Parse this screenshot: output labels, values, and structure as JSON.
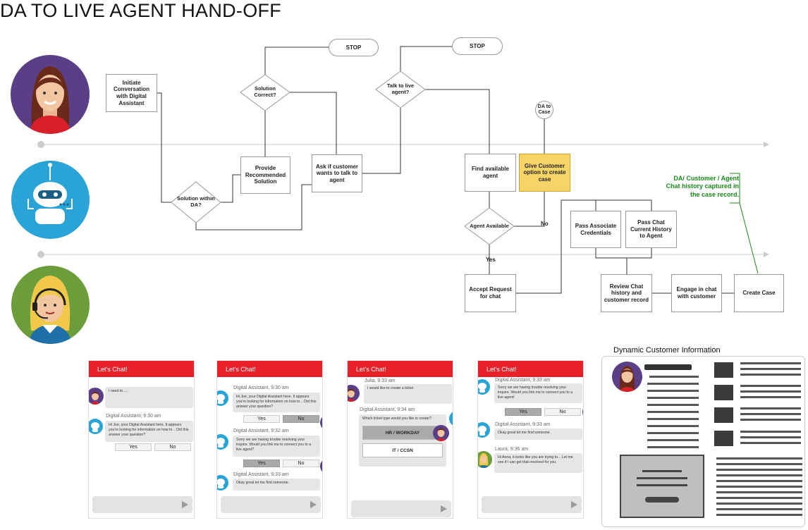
{
  "title": "DA TO LIVE AGENT HAND-OFF",
  "lanes": [
    {
      "name": "customer",
      "icon": "customer-avatar-icon"
    },
    {
      "name": "digital-assistant",
      "icon": "robot-avatar-icon"
    },
    {
      "name": "agent",
      "icon": "agent-avatar-icon"
    }
  ],
  "flow": {
    "initiate": "Initiate Conversation with Digital Assistant",
    "solution_within": "Solution within DA?",
    "provide_solution": "Provide Recommended Solution",
    "solution_correct": "Solution Correct?",
    "stop1": "STOP",
    "ask_customer": "Ask if customer wants to talk to agent",
    "talk_live": "Talk to live agent?",
    "stop2": "STOP",
    "find_agent": "Find available agent",
    "da_to_case": "DA to Case",
    "give_option": "Give Customer option to create case",
    "agent_available": "Agent Available",
    "no_label": "No",
    "yes_label": "Yes",
    "pass_credentials": "Pass Associate Credentials",
    "pass_history": "Pass Chat Current History to Agent",
    "accept_request": "Accept Request for chat",
    "review_history": "Review Chat history and customer record",
    "engage_chat": "Engage in chat with customer",
    "create_case": "Create Case",
    "note": "DA/ Customer / Agent Chat history captured in the case record."
  },
  "chat1": {
    "header": "Let's Chat!",
    "msg1": "I need to.....",
    "sender1": "Digital Assistant, 9:30 am",
    "msg2": "Hi Joe, your Digital Assistant here. It appears you're looking for information on how to .. Did this answer your question?",
    "yes": "Yes",
    "no": "No"
  },
  "chat2": {
    "header": "Let's Chat!",
    "sender1": "Digital Assistant, 9:30 am",
    "msg1": "Hi Joe, your Digital Assistant here. It appears you're looking for information on how to .. Did this answer your question?",
    "yes1": "Yes",
    "no1": "No",
    "sender2": "Digital Assistant, 9:32 am",
    "msg2": "Sorry we are having trouble resolving your inquire. Would you link me to connect you to a live agent?",
    "yes2": "Yes",
    "no2": "No",
    "sender3": "Digital Assistant, 9:33 am",
    "msg3": "Okay great let me find someone."
  },
  "chat3": {
    "header": "Let's Chat!",
    "sender1": "Julia, 9:33 am",
    "msg1": "I would like to create a ticket",
    "sender2": "Digital Assistant, 9:34 am",
    "msg2": "Which ticket type would you like to create?",
    "opt1": "HR / WORKDAY",
    "opt2": "IT / CCSN"
  },
  "chat4": {
    "header": "Let's Chat!",
    "sender1": "Digital Assistant, 9:33 am",
    "msg1": "Sorry we are having trouble resolving your inquire. Would you link me to connect you to a live agent!",
    "yes": "Yes",
    "no": "No",
    "sender2": "Digital Assistant, 9:33 am",
    "msg2": "Okay great let me find someone.",
    "sender3": "Laura, 9:36 am",
    "msg3": "Hi Anna, it looks like you are trying to... Let me see if I can get that resolved for you."
  },
  "dynamic": {
    "title": "Dynamic Customer Information"
  },
  "colors": {
    "chat_header": "#e8202a",
    "highlight": "#f8d466",
    "note": "#1a8a1a",
    "customer_bg": "#5a3f86",
    "robot_bg": "#2aa3d6",
    "agent_bg": "#6b9e3a"
  }
}
